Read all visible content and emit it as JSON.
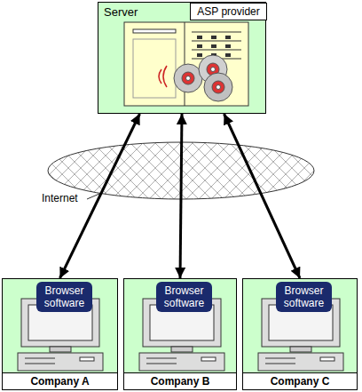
{
  "diagram": {
    "nodes": [
      {
        "text": [
          "Server"
        ]
      },
      {
        "text": [
          "ASP provider"
        ],
        "in": 0
      },
      {
        "text": [
          "Company A"
        ]
      },
      {
        "text": [
          "Browser software"
        ],
        "in": 2
      },
      {
        "text": [
          "Company B"
        ]
      },
      {
        "text": [
          "Browser software"
        ],
        "in": 4
      },
      {
        "text": [
          "Company C"
        ]
      },
      {
        "text": [
          "Browser software"
        ],
        "in": 6
      }
    ],
    "edges": [
      {
        "from": 0,
        "to": 2,
        "arrow": "both"
      },
      {
        "from": 0,
        "to": 4,
        "arrow": "both"
      },
      {
        "from": 0,
        "to": 6,
        "arrow": "both"
      }
    ],
    "labels": [
      "Internet"
    ]
  }
}
